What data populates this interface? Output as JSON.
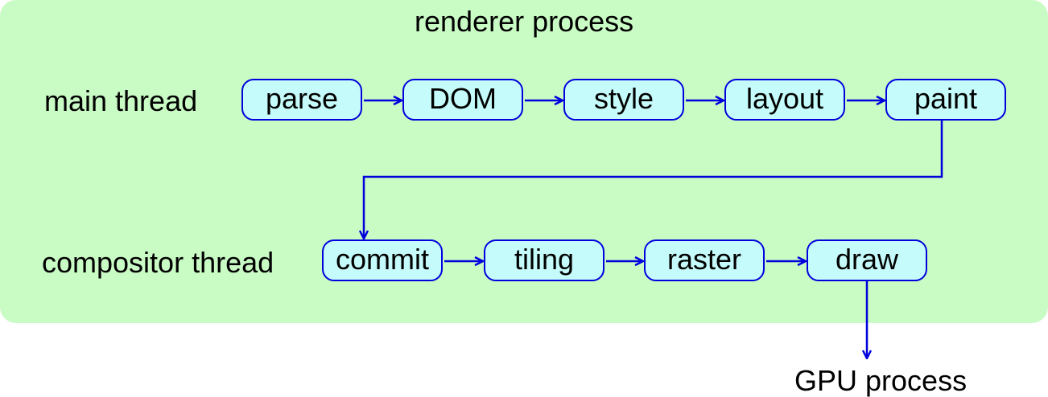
{
  "colors": {
    "process_fill": "#c9fbc4",
    "node_fill": "#c5fbfa",
    "node_border": "#0000dd",
    "arrow": "#0000dd"
  },
  "diagram": {
    "renderer_title": "renderer process",
    "main_thread": {
      "label": "main thread",
      "steps": [
        "parse",
        "DOM",
        "style",
        "layout",
        "paint"
      ]
    },
    "compositor_thread": {
      "label": "compositor thread",
      "steps": [
        "commit",
        "tiling",
        "raster",
        "draw"
      ]
    },
    "gpu_label": "GPU process",
    "edges": [
      [
        "parse",
        "DOM"
      ],
      [
        "DOM",
        "style"
      ],
      [
        "style",
        "layout"
      ],
      [
        "layout",
        "paint"
      ],
      [
        "paint",
        "commit"
      ],
      [
        "commit",
        "tiling"
      ],
      [
        "tiling",
        "raster"
      ],
      [
        "raster",
        "draw"
      ],
      [
        "draw",
        "GPU process"
      ]
    ]
  }
}
